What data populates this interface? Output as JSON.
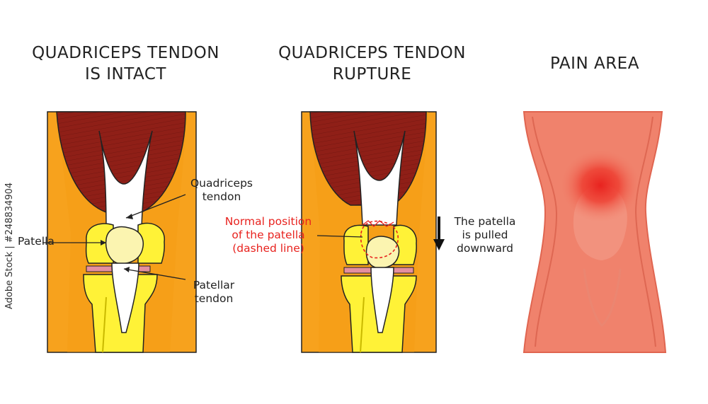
{
  "titles": {
    "intact_line1": "QUADRICEPS TENDON",
    "intact_line2": "IS INTACT",
    "rupture_line1": "QUADRICEPS TENDON",
    "rupture_line2": "RUPTURE",
    "pain": "PAIN AREA"
  },
  "labels": {
    "quad_tendon_1": "Quadriceps",
    "quad_tendon_2": "tendon",
    "patella": "Patella",
    "patellar_tendon_1": "Patellar",
    "patellar_tendon_2": "tendon",
    "normal_pos_1": "Normal position",
    "normal_pos_2": "of the patella",
    "normal_pos_3": "(dashed line)",
    "pulled_1": "The patella",
    "pulled_2": "is pulled",
    "pulled_3": "downward"
  },
  "watermark": "Adobe Stock | #248834904",
  "colors": {
    "skin_orange": "#f7a21d",
    "muscle": "#8f1f17",
    "bone_yellow": "#fff237",
    "patella": "#fbf4b0",
    "cartilage": "#e58fa0",
    "pain_skin": "#f0826c",
    "pain_center": "#e8231f",
    "red_text": "#e8231f"
  }
}
